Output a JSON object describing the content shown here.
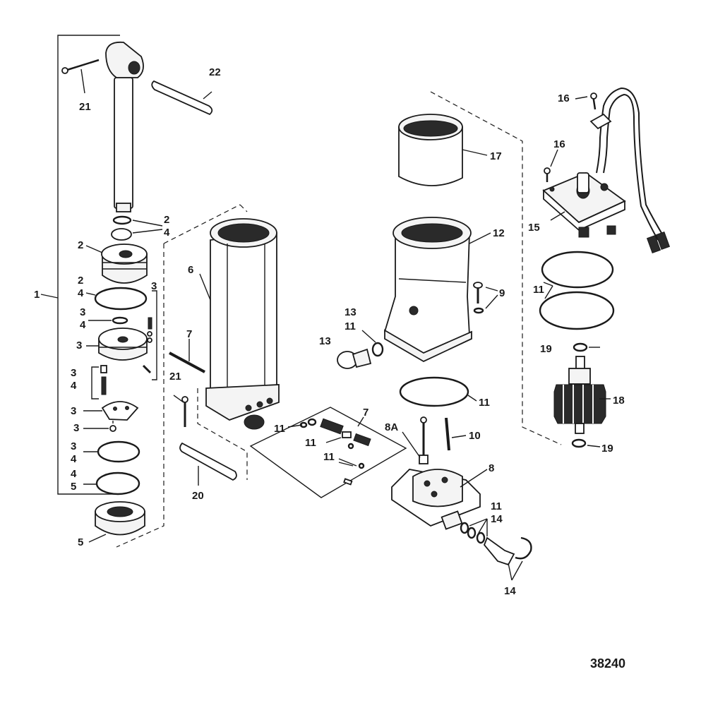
{
  "figure_number": "38240",
  "callouts": {
    "c1": "1",
    "c2a": "2",
    "c4a": "4",
    "c2b": "2",
    "c2c": "2",
    "c4b": "4",
    "c3a": "3",
    "c3b": "3",
    "c4c": "4",
    "c3c": "3",
    "c3d": "3",
    "c4d": "4",
    "c3e": "3",
    "c3f": "3",
    "c3g": "3",
    "c4e": "4",
    "c4f": "4",
    "c5a": "5",
    "c5b": "5",
    "c6": "6",
    "c7a": "7",
    "c7b": "7",
    "c8": "8",
    "c8a": "8A",
    "c9": "9",
    "c10": "10",
    "c11a": "11",
    "c11b": "11",
    "c11c": "11",
    "c11d": "11",
    "c11e": "11",
    "c11f": "11",
    "c11g": "11",
    "c12": "12",
    "c13a": "13",
    "c13b": "13",
    "c14a": "14",
    "c14b": "14",
    "c15": "15",
    "c16a": "16",
    "c16b": "16",
    "c17": "17",
    "c18": "18",
    "c19a": "19",
    "c19b": "19",
    "c20": "20",
    "c21a": "21",
    "c21b": "21",
    "c22": "22"
  }
}
